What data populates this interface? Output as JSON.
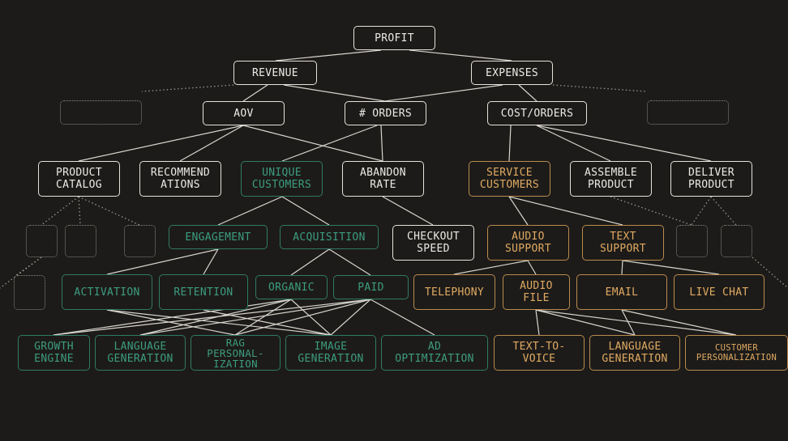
{
  "nodes": {
    "profit": "PROFIT",
    "revenue": "REVENUE",
    "expenses": "EXPENSES",
    "aov": "AOV",
    "orders": "# ORDERS",
    "cost_orders": "COST/ORDERS",
    "product_catalog": "PRODUCT\nCATALOG",
    "recommendations": "RECOMMEND\nATIONS",
    "unique_customers": "UNIQUE\nCUSTOMERS",
    "abandon_rate": "ABANDON\nRATE",
    "service_customers": "SERVICE\nCUSTOMERS",
    "assemble_product": "ASSEMBLE\nPRODUCT",
    "deliver_product": "DELIVER\nPRODUCT",
    "engagement": "ENGAGEMENT",
    "acquisition": "ACQUISITION",
    "checkout_speed": "CHECKOUT\nSPEED",
    "audio_support": "AUDIO\nSUPPORT",
    "text_support": "TEXT\nSUPPORT",
    "activation": "ACTIVATION",
    "retention": "RETENTION",
    "organic": "ORGANIC",
    "paid": "PAID",
    "telephony": "TELEPHONY",
    "audio_file": "AUDIO\nFILE",
    "email": "EMAIL",
    "live_chat": "LIVE CHAT",
    "growth_engine": "GROWTH\nENGINE",
    "language_generation_left": "LANGUAGE\nGENERATION",
    "rag_personalization": "RAG\nPERSONAL-\nIZATION",
    "image_generation": "IMAGE\nGENERATION",
    "ad_optimization": "AD\nOPTIMIZATION",
    "text_to_voice": "TEXT-TO-\nVOICE",
    "language_generation_right": "LANGUAGE\nGENERATION",
    "customer_personalization": "CUSTOMER\nPERSONALIZATION"
  },
  "colors": {
    "background": "#1d1b19",
    "neutral": "#e6e3dc",
    "green": "#3c9c80",
    "orange": "#e0aa62",
    "ghost": "#8a8780"
  }
}
